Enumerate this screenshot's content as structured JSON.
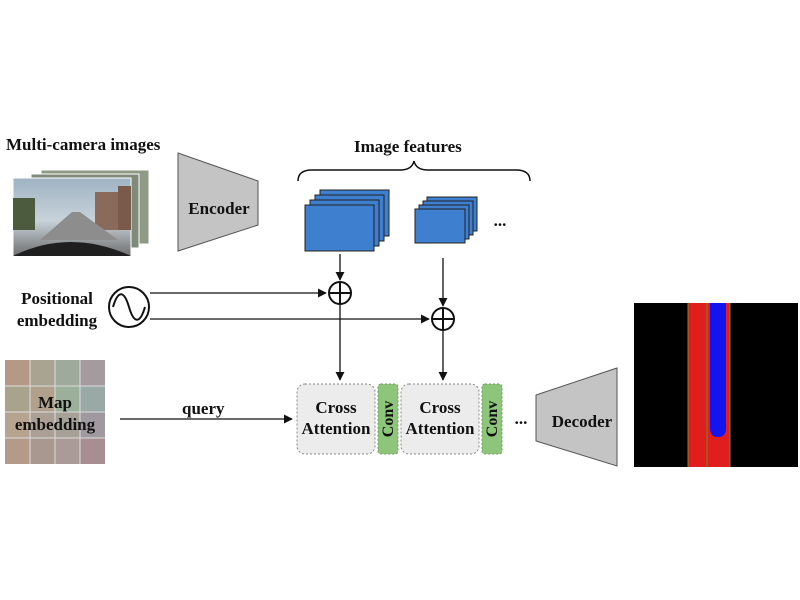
{
  "labels": {
    "multi_camera": "Multi-camera images",
    "image_features": "Image features",
    "positional_line1": "Positional",
    "positional_line2": "embedding",
    "map_line1": "Map",
    "map_line2": "embedding",
    "query": "query",
    "encoder": "Encoder",
    "decoder": "Decoder",
    "cross_line1": "Cross",
    "cross_line2": "Attention",
    "conv": "Conv",
    "ellipsis": "..."
  },
  "colors": {
    "feature_blue": "#3f7fcf",
    "conv_green": "#8dc57a",
    "trapezoid_gray": "#c4c4c4",
    "block_gray": "#ececec",
    "output_red": "#e11e1e",
    "output_blue": "#1414ee",
    "output_bg": "#000000"
  },
  "icons": {
    "sine": "sine-wave-icon",
    "plus": "circled-plus-icon"
  }
}
